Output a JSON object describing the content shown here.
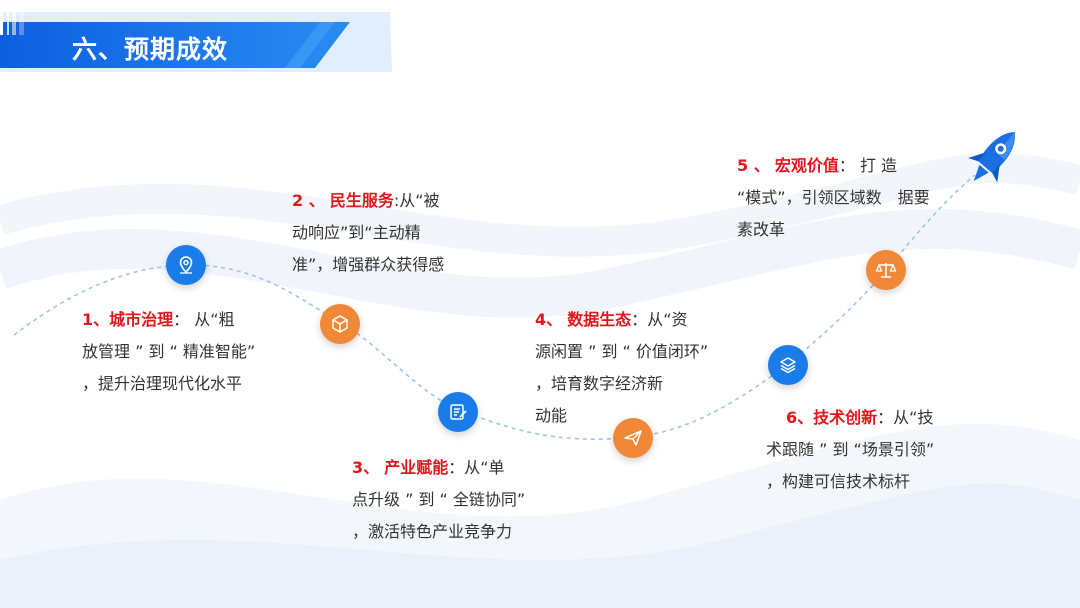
{
  "header": {
    "title": "六、预期成效"
  },
  "colors": {
    "accent_blue": "#1a7ce8",
    "accent_orange": "#f08838",
    "heading_red": "#e0171b"
  },
  "items": [
    {
      "num": "1、",
      "name": "城市治理",
      "sep": "：",
      "lines": [
        "从“粗",
        "放管理 ” 到 “ 精准智能”",
        "，提升治理现代化水平"
      ]
    },
    {
      "num": "2 、",
      "name": "民生服务",
      "sep": ":",
      "lines": [
        "从“被",
        "动响应”到“主动精",
        "准”，增强群众获得感"
      ]
    },
    {
      "num": "3、",
      "name": "产业赋能",
      "sep": "：",
      "lines": [
        "从“单",
        "点升级 ” 到 “ 全链协同”",
        "，激活特色产业竞争力"
      ]
    },
    {
      "num": "4、",
      "name": "数据生态",
      "sep": "：",
      "lines": [
        "从“资",
        "源闲置 ” 到 “ 价值闭环”",
        "，培育数字经济新",
        "动能"
      ]
    },
    {
      "num": "5 、",
      "name": "宏观价值",
      "sep": "：",
      "lines": [
        "打 造",
        "“模式”，引领区域数　据要",
        "素改革"
      ]
    },
    {
      "num": "6、",
      "name": "技术创新",
      "sep": "：",
      "lines": [
        "从“技",
        "术跟随 ” 到 “场景引领”",
        "，构建可信技术标杆"
      ]
    }
  ],
  "nodes": [
    {
      "icon": "location-pin-icon"
    },
    {
      "icon": "cube-icon"
    },
    {
      "icon": "document-edit-icon"
    },
    {
      "icon": "paper-plane-icon"
    },
    {
      "icon": "layers-icon"
    },
    {
      "icon": "balance-scale-icon"
    }
  ],
  "decoration": {
    "icon": "rocket-icon"
  }
}
